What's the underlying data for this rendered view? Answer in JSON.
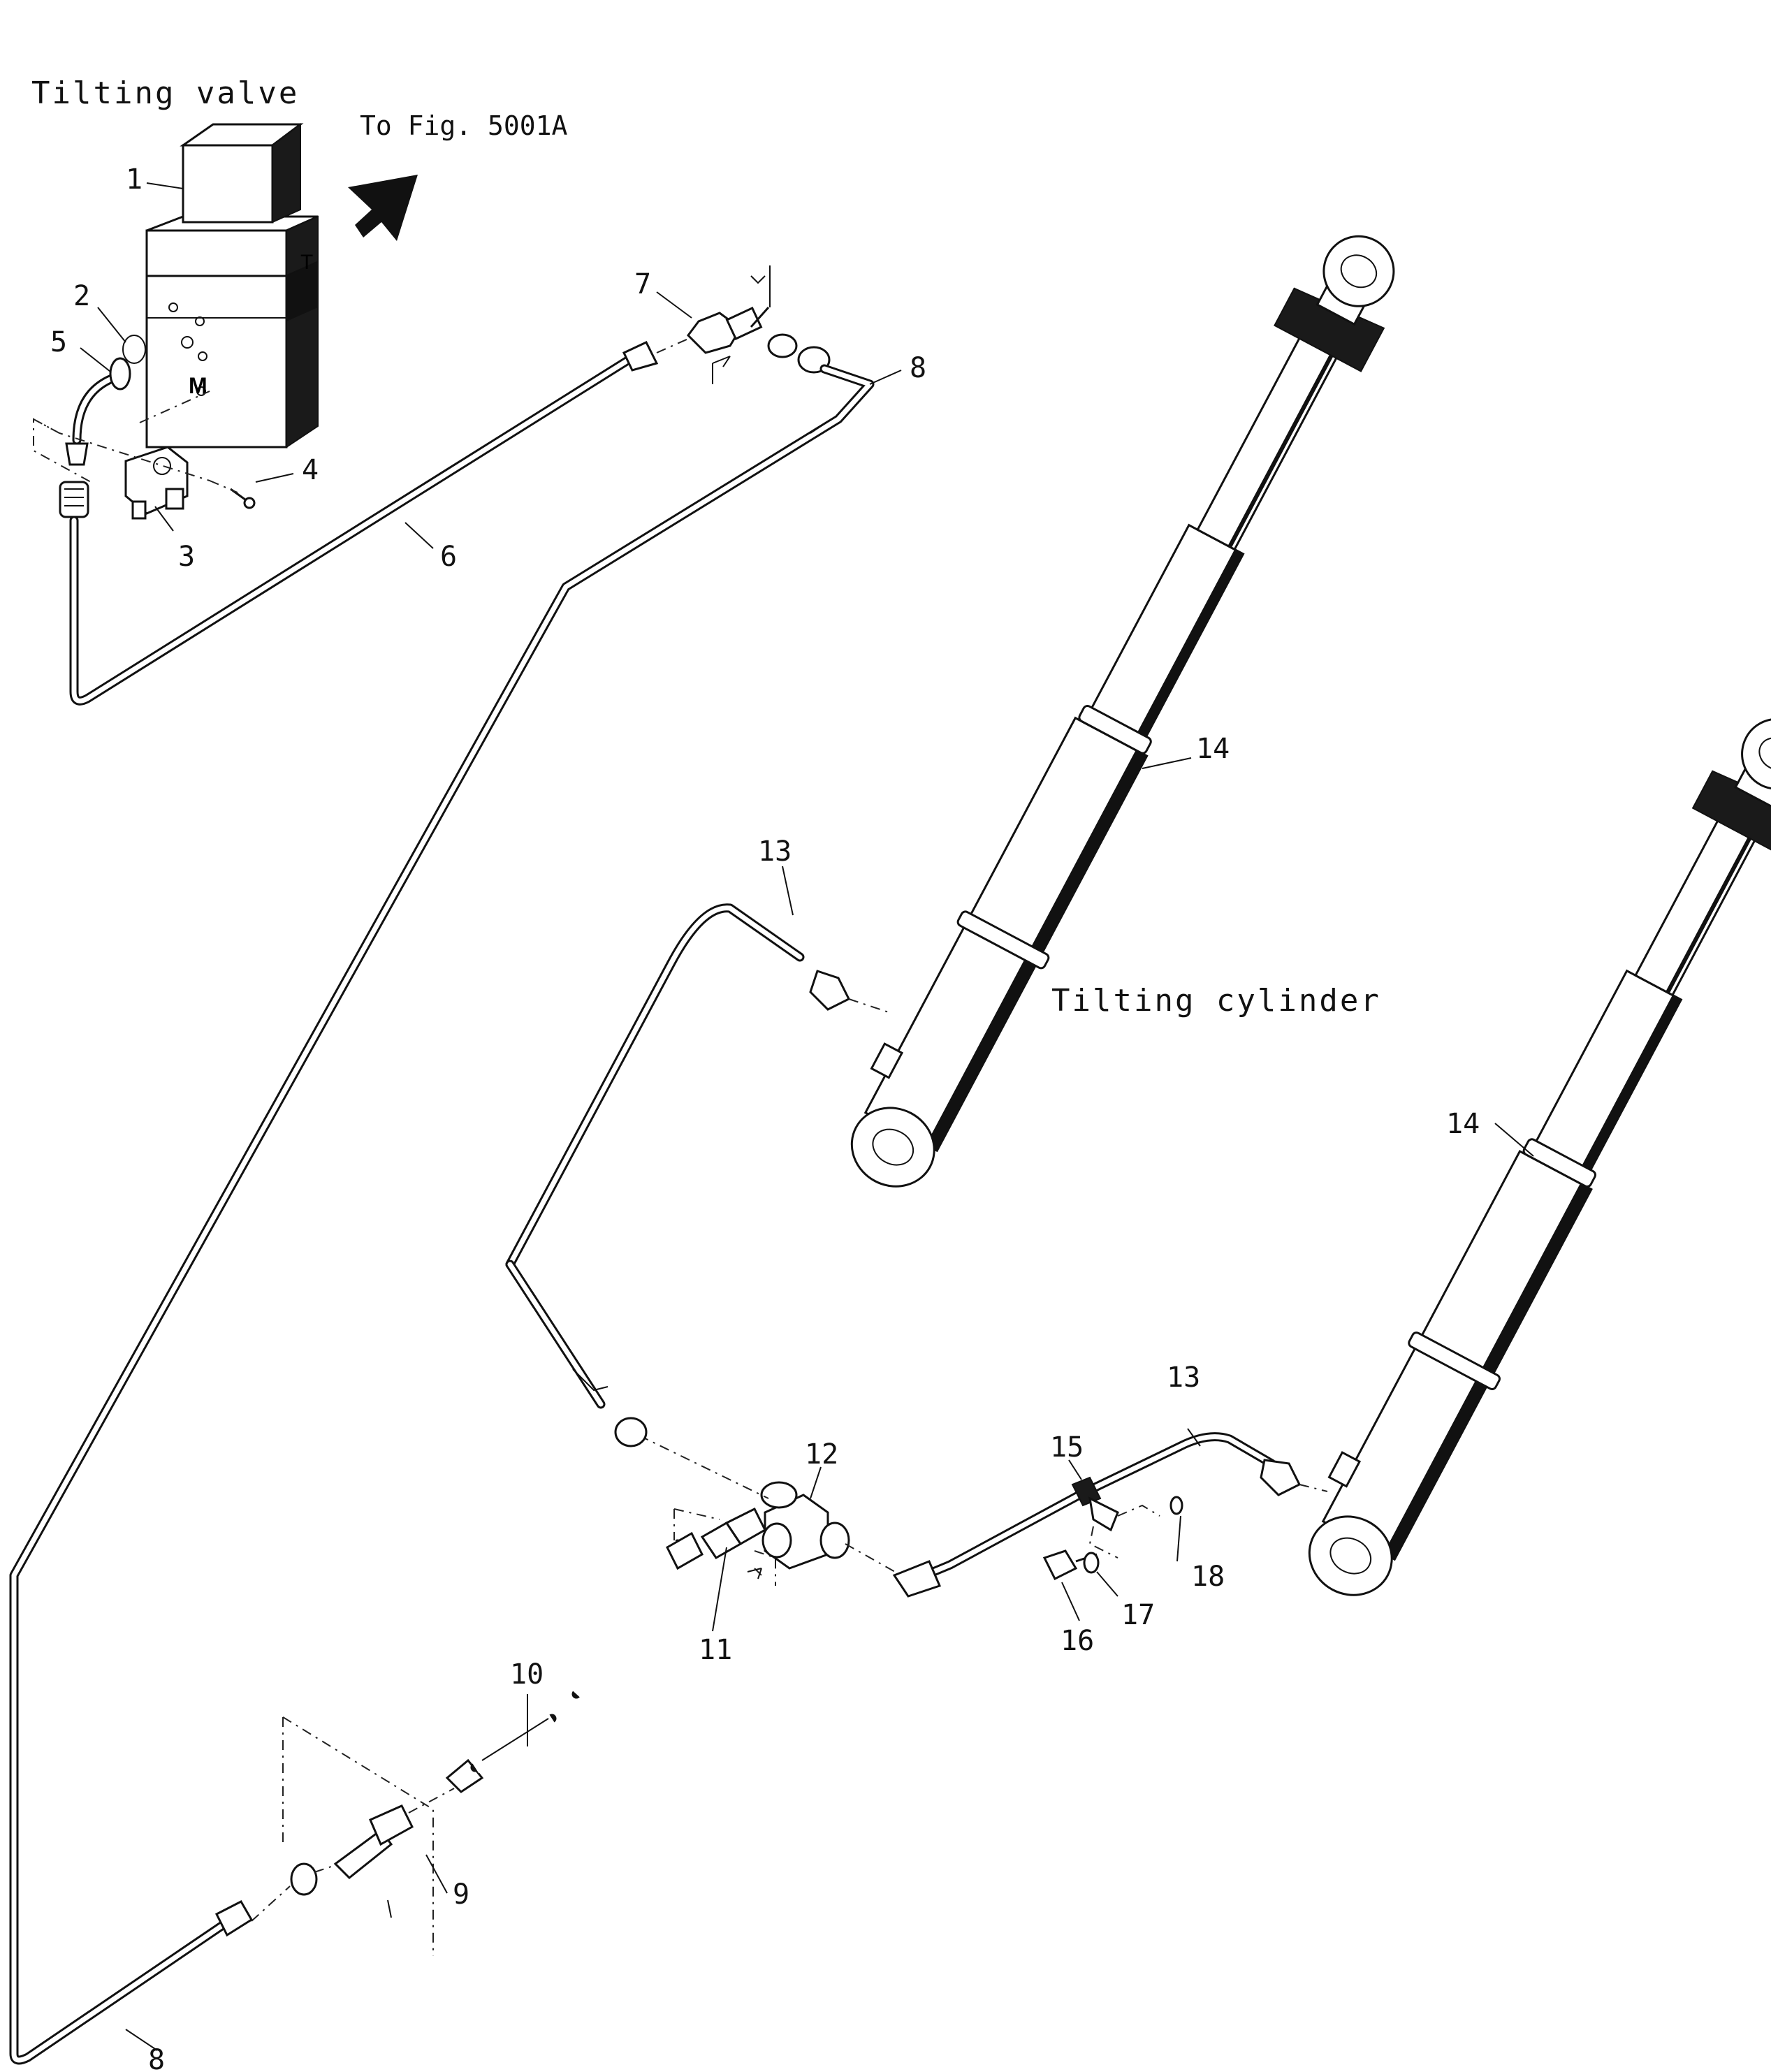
{
  "labels": {
    "tilting_valve": "Tilting valve",
    "to_fig": "To Fig. 5001A",
    "tilting_cylinder": "Tilting cylinder",
    "port_t": "T",
    "port_m": "M"
  },
  "callouts": [
    {
      "id": "c1",
      "text": "1"
    },
    {
      "id": "c2",
      "text": "2"
    },
    {
      "id": "c3",
      "text": "3"
    },
    {
      "id": "c4",
      "text": "4"
    },
    {
      "id": "c5",
      "text": "5"
    },
    {
      "id": "c6",
      "text": "6"
    },
    {
      "id": "c7",
      "text": "7"
    },
    {
      "id": "c8a",
      "text": "8"
    },
    {
      "id": "c8b",
      "text": "8"
    },
    {
      "id": "c9",
      "text": "9"
    },
    {
      "id": "c10",
      "text": "10"
    },
    {
      "id": "c11",
      "text": "11"
    },
    {
      "id": "c12",
      "text": "12"
    },
    {
      "id": "c13a",
      "text": "13"
    },
    {
      "id": "c13b",
      "text": "13"
    },
    {
      "id": "c14a",
      "text": "14"
    },
    {
      "id": "c14b",
      "text": "14"
    },
    {
      "id": "c15",
      "text": "15"
    },
    {
      "id": "c16",
      "text": "16"
    },
    {
      "id": "c17",
      "text": "17"
    },
    {
      "id": "c18",
      "text": "18"
    }
  ]
}
